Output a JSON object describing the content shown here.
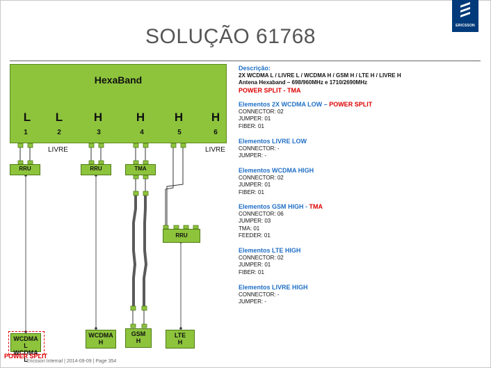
{
  "title": "SOLUÇÃO 61768",
  "logo_text": "ERICSSON",
  "hexaband": {
    "name": "HexaBand",
    "ports": [
      {
        "letter": "L",
        "num": "1"
      },
      {
        "letter": "L",
        "num": "2"
      },
      {
        "letter": "H",
        "num": "3"
      },
      {
        "letter": "H",
        "num": "4"
      },
      {
        "letter": "H",
        "num": "5"
      },
      {
        "letter": "H",
        "num": "6"
      }
    ],
    "livre_left": "LIVRE",
    "livre_right": "LIVRE"
  },
  "units": {
    "rru1": "RRU",
    "rru3": "RRU",
    "tma": "TMA",
    "rru_lower": "RRU"
  },
  "terminals": {
    "wcdma_l_1": "WCDMA L",
    "wcdma_l_2": "WCDMA L",
    "wcdma_h_1": "WCDMA",
    "wcdma_h_2": "H",
    "gsm_h_1": "GSM",
    "gsm_h_2": "H",
    "lte_h_1": "LTE",
    "lte_h_2": "H"
  },
  "power_split_label": "POWER SPLIT",
  "footer": "Ericsson Internal  |  2014-09-09  |  Page 354",
  "description": {
    "heading": "Descrição:",
    "line1": "2X WCDMA L / LIVRE L / WCDMA H / GSM H / LTE H / LIVRE H",
    "line2": "Antena Hexaband – 698/960MHz  e  1710/2690MHz",
    "line3": "POWER SPLIT - TMA"
  },
  "sections": [
    {
      "title": "Elementos 2X WCDMA LOW – ",
      "title_red": "POWER SPLIT",
      "lines": [
        "CONNECTOR: 02",
        "JUMPER: 01",
        "FIBER: 01"
      ]
    },
    {
      "title": "Elementos LIVRE LOW",
      "title_red": "",
      "lines": [
        "CONNECTOR: -",
        "JUMPER: -"
      ]
    },
    {
      "title": "Elementos WCDMA HIGH",
      "title_red": "",
      "lines": [
        "CONNECTOR: 02",
        "JUMPER: 01",
        "FIBER: 01"
      ]
    },
    {
      "title": "Elementos GSM HIGH - ",
      "title_red": "TMA",
      "lines": [
        "CONNECTOR: 06",
        "JUMPER: 03",
        "TMA: 01",
        "FEEDER: 01"
      ]
    },
    {
      "title": "Elementos LTE HIGH",
      "title_red": "",
      "lines": [
        "CONNECTOR: 02",
        "JUMPER: 01",
        "FIBER: 01"
      ]
    },
    {
      "title": "Elementos LIVRE HIGH",
      "title_red": "",
      "lines": [
        "CONNECTOR: -",
        "JUMPER: -"
      ]
    }
  ]
}
